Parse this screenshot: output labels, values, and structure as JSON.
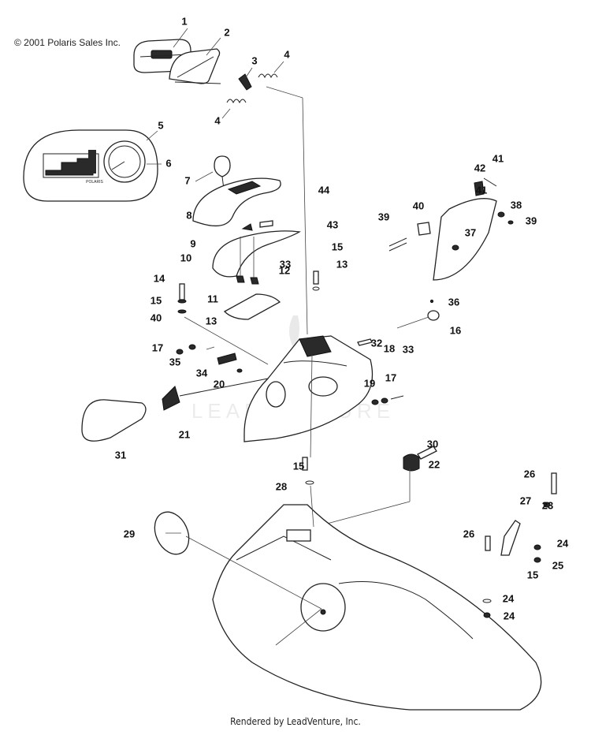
{
  "copyright": "© 2001 Polaris Sales Inc.",
  "footer": "Rendered by LeadVenture, Inc.",
  "watermark": "LEADVENTURE",
  "gauge_brand": "POLARIS",
  "callouts": [
    "1",
    "2",
    "3",
    "4",
    "4",
    "5",
    "6",
    "7",
    "8",
    "44",
    "9",
    "43",
    "10",
    "33",
    "11",
    "12",
    "13",
    "15",
    "13",
    "14",
    "15",
    "40",
    "41",
    "42",
    "41",
    "40",
    "39",
    "38",
    "39",
    "37",
    "36",
    "16",
    "17",
    "35",
    "18",
    "34",
    "32",
    "33",
    "17",
    "19",
    "20",
    "21",
    "31",
    "30",
    "22",
    "15",
    "28",
    "26",
    "27",
    "23",
    "29",
    "26",
    "24",
    "25",
    "15",
    "24",
    "24"
  ]
}
